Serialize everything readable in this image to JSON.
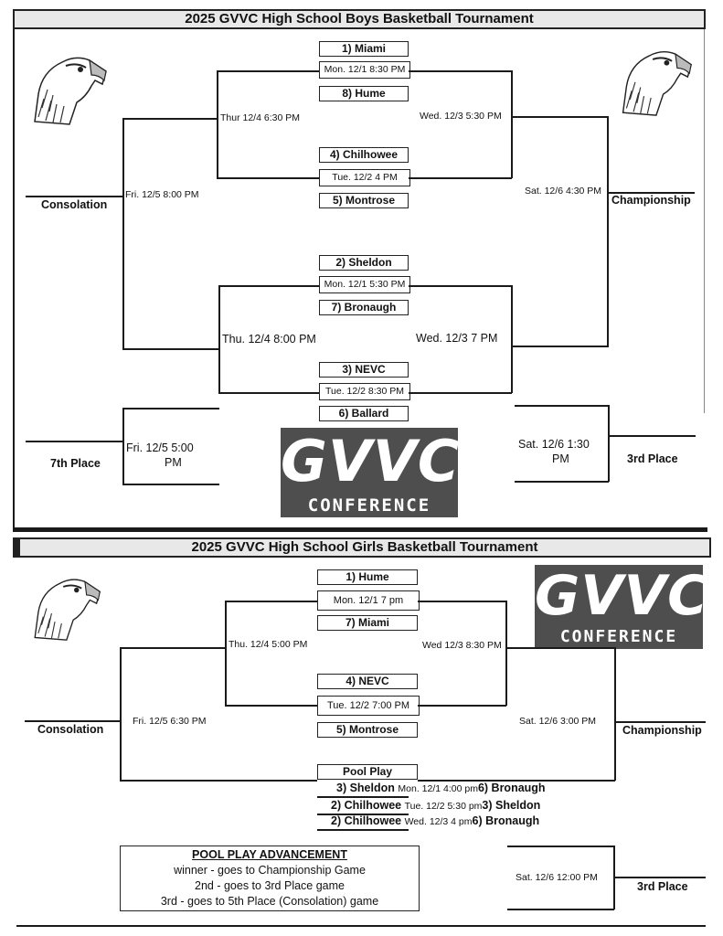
{
  "boys": {
    "title": "2025 GVVC High School Boys Basketball Tournament",
    "games": [
      {
        "top": "1) Miami",
        "time": "Mon. 12/1  8:30 PM",
        "bottom": "8) Hume"
      },
      {
        "top": "4) Chilhowee",
        "time": "Tue. 12/2    4 PM",
        "bottom": "5) Montrose"
      },
      {
        "top": "2) Sheldon",
        "time": "Mon. 12/1  5:30 PM",
        "bottom": "7) Bronaugh"
      },
      {
        "top": "3) NEVC",
        "time": "Tue. 12/2   8:30 PM",
        "bottom": "6) Ballard"
      }
    ],
    "labels": {
      "thur": "Thur 12/4  6:30 PM",
      "wed1": "Wed. 12/3   5:30 PM",
      "fri": "Fri. 12/5  8:00 PM",
      "sat": "Sat. 12/6 4:30 PM",
      "thu2": "Thu. 12/4     8:00 PM",
      "wed2": "Wed. 12/3    7 PM",
      "fri7_a": "Fri. 12/5        5:00",
      "fri7_b": "PM",
      "sat3_a": "Sat. 12/6     1:30",
      "sat3_b": "PM"
    },
    "places": {
      "consolation": "Consolation",
      "championship": "Championship",
      "seventh": "7th Place",
      "third": "3rd Place"
    },
    "logo": {
      "main": "GVVC",
      "sub": "CONFERENCE"
    }
  },
  "girls": {
    "title": "2025 GVVC High School Girls Basketball Tournament",
    "games": [
      {
        "top": "1) Hume",
        "time": "Mon. 12/1     7 pm",
        "bottom": "7) Miami"
      },
      {
        "top": "4) NEVC",
        "time": "Tue. 12/2   7:00 PM",
        "bottom": "5) Montrose"
      }
    ],
    "labels": {
      "thu": "Thu. 12/4 5:00 PM",
      "wed": "Wed 12/3  8:30 PM",
      "fri": "Fri. 12/5  6:30 PM",
      "sat": "Sat. 12/6 3:00 PM",
      "sat3": "Sat. 12/6 12:00 PM"
    },
    "places": {
      "consolation": "Consolation",
      "championship": "Championship",
      "third": "3rd Place"
    },
    "pool_play": {
      "header": "Pool Play",
      "rows": [
        {
          "a": "3) Sheldon",
          "date": "Mon. 12/1   4:00 pm",
          "b": "6) Bronaugh"
        },
        {
          "a": "2) Chilhowee",
          "date": "Tue. 12/2   5:30 pm",
          "b": "3) Sheldon"
        },
        {
          "a": "2) Chilhowee",
          "date": "Wed. 12/3    4 pm",
          "b": "6) Bronaugh"
        }
      ]
    },
    "advancement": {
      "title": "POOL PLAY ADVANCEMENT",
      "lines": [
        "winner - goes to Championship Game",
        "2nd - goes to 3rd Place game",
        "3rd - goes to 5th Place (Consolation) game"
      ]
    },
    "logo": {
      "main": "GVVC",
      "sub": "CONFERENCE"
    }
  }
}
